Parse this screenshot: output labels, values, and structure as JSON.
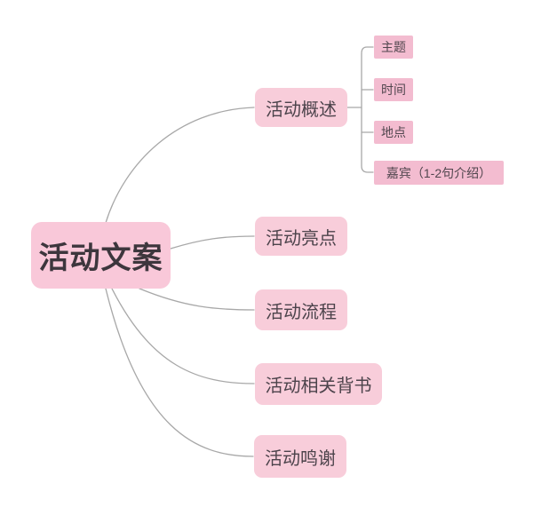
{
  "mindmap": {
    "root": {
      "label": "活动文案"
    },
    "branches": [
      {
        "label": "活动概述",
        "children": [
          "主题",
          "时间",
          "地点",
          "嘉宾（1-2句介绍）"
        ]
      },
      {
        "label": "活动亮点",
        "children": []
      },
      {
        "label": "活动流程",
        "children": []
      },
      {
        "label": "活动相关背书",
        "children": []
      },
      {
        "label": "活动鸣谢",
        "children": []
      }
    ],
    "colors": {
      "root_fill": "#f9c8d9",
      "branch_fill": "#f8cdda",
      "child_fill": "#f3bcd0",
      "text": "#4c4249",
      "line": "#a8a8a8",
      "background": "#ffffff"
    }
  }
}
